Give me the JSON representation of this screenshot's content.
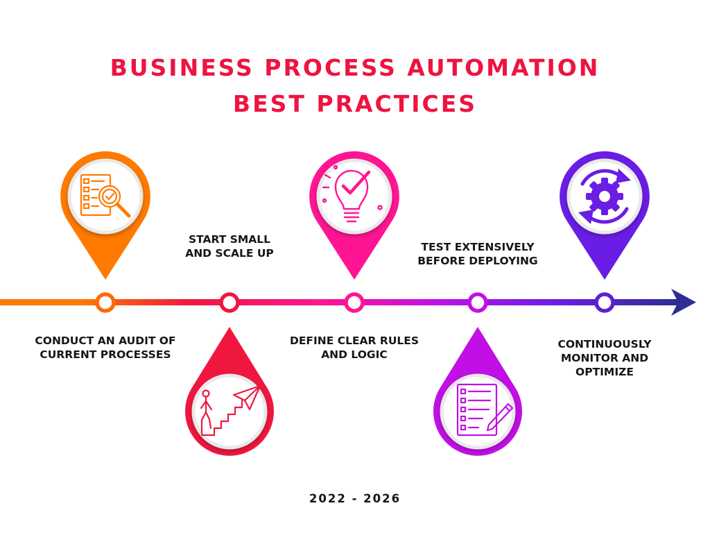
{
  "title": {
    "line1": "BUSINESS PROCESS AUTOMATION",
    "line2": "BEST PRACTICES"
  },
  "steps": [
    {
      "label": "CONDUCT AN AUDIT OF CURRENT PROCESSES",
      "color": "#ff7a00",
      "icon": "checklist-magnifier-icon"
    },
    {
      "label": "START SMALL AND SCALE UP",
      "color": "#f0173f",
      "icon": "climbing-stairs-paper-plane-icon"
    },
    {
      "label": "DEFINE CLEAR RULES AND LOGIC",
      "color": "#ff1593",
      "icon": "lightbulb-check-icon"
    },
    {
      "label": "TEST EXTENSIVELY BEFORE DEPLOYING",
      "color": "#c20fe6",
      "icon": "checklist-pencil-icon"
    },
    {
      "label": "CONTINUOUSLY MONITOR AND OPTIMIZE",
      "color": "#6a1de4",
      "icon": "gear-cycle-icon"
    }
  ],
  "timeline": {
    "line_colors": [
      "#ff7a00",
      "#f0173f",
      "#ff1593",
      "#c20fe6",
      "#6a1de4",
      "#2c2e92"
    ]
  },
  "years": "2022 - 2026"
}
